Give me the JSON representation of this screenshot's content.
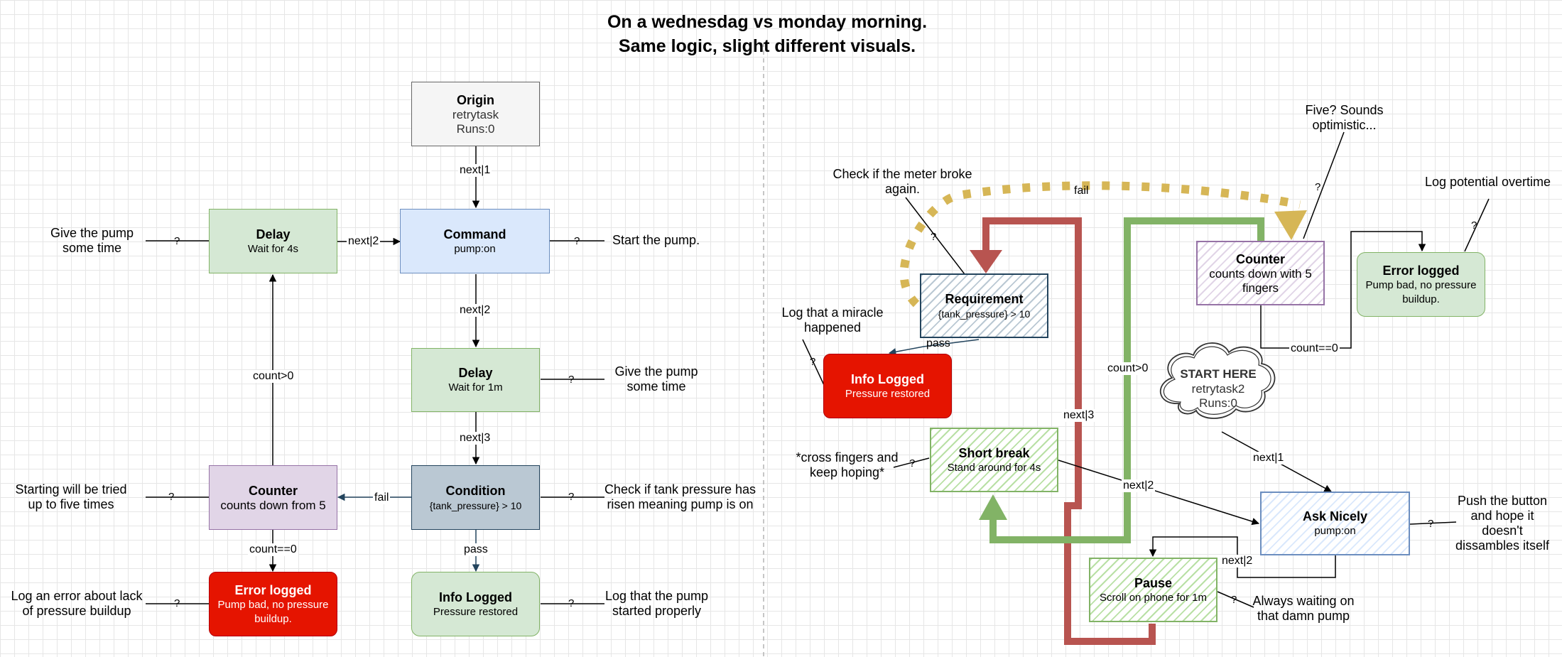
{
  "title": {
    "line1": "On a wednesdag vs monday morning.",
    "line2": "Same logic, slight different visuals."
  },
  "left": {
    "nodes": {
      "origin": {
        "title": "Origin",
        "line1": "retrytask",
        "line2": "Runs:0"
      },
      "delay_top": {
        "title": "Delay",
        "sub": "Wait for 4s"
      },
      "command": {
        "title": "Command",
        "sub": "pump:on"
      },
      "delay_mid": {
        "title": "Delay",
        "sub": "Wait for 1m"
      },
      "counter": {
        "title": "Counter",
        "sub": "counts down from 5"
      },
      "condition": {
        "title": "Condition",
        "sub": "{tank_pressure} > 10"
      },
      "error": {
        "title": "Error logged",
        "sub": "Pump bad, no pressure buildup."
      },
      "info": {
        "title": "Info Logged",
        "sub": "Pressure restored"
      }
    },
    "edges": {
      "origin_command": "next|1",
      "delay_command": "next|2",
      "command_delay": "next|2",
      "delay_condition": "next|3",
      "counter_delay": "count>0",
      "condition_counter": "fail",
      "condition_info": "pass",
      "counter_error": "count==0"
    },
    "notes": {
      "delay_top": "Give the pump some time",
      "command": "Start the pump.",
      "delay_mid": "Give the pump some time",
      "counter": "Starting will be tried up to five times",
      "condition": "Check if tank pressure has risen meaning pump is on",
      "error": "Log an error about lack of pressure buildup",
      "info": "Log that the pump started properly"
    }
  },
  "right": {
    "nodes": {
      "requirement": {
        "title": "Requirement",
        "sub": "{tank_pressure} > 10"
      },
      "counter": {
        "title": "Counter",
        "sub": "counts down with 5 fingers"
      },
      "error": {
        "title": "Error logged",
        "sub": "Pump bad, no pressure buildup."
      },
      "info": {
        "title": "Info Logged",
        "sub": "Pressure restored"
      },
      "start": {
        "title": "START HERE",
        "line1": "retrytask2",
        "line2": "Runs:0"
      },
      "short_break": {
        "title": "Short break",
        "sub": "Stand around for 4s"
      },
      "ask": {
        "title": "Ask Nicely",
        "sub": "pump:on"
      },
      "pause": {
        "title": "Pause",
        "sub": "Scroll on phone for 1m"
      }
    },
    "edges": {
      "fail": "fail",
      "pass": "pass",
      "count_gt0": "count>0",
      "count_eq0": "count==0",
      "next1": "next|1",
      "next2_break": "next|2",
      "next2_pause": "next|2",
      "next3": "next|3"
    },
    "notes": {
      "requirement": "Check if the meter broke again.",
      "counter": "Five? Sounds optimistic...",
      "error": "Log potential overtime",
      "info": "Log that a miracle happened",
      "short_break": "*cross fingers and keep hoping*",
      "ask": "Push the button and hope it doesn't dissambles itself",
      "pause": "Always waiting on that damn pump"
    }
  },
  "question_mark": "?",
  "colors": {
    "red_edge": "#b85450",
    "green_edge": "#82b366",
    "gold_edge": "#d6b656",
    "divider": "#b3b3b3"
  }
}
